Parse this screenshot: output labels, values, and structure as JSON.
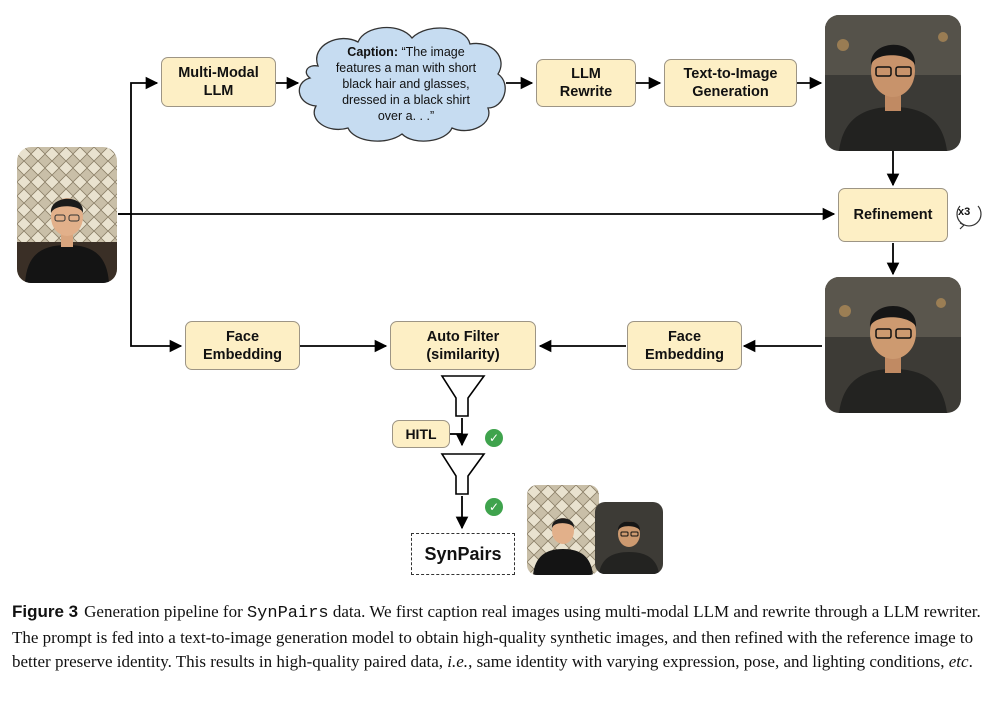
{
  "nodes": {
    "multimodal_llm": [
      "Multi-Modal",
      "LLM"
    ],
    "llm_rewrite": [
      "LLM",
      "Rewrite"
    ],
    "text_to_image": [
      "Text-to-Image",
      "Generation"
    ],
    "refinement": "Refinement",
    "repeat_badge": "x3",
    "face_embedding_left": [
      "Face",
      "Embedding"
    ],
    "auto_filter": [
      "Auto Filter",
      "(similarity)"
    ],
    "face_embedding_right": [
      "Face",
      "Embedding"
    ],
    "hitl": "HITL",
    "synpairs": "SynPairs"
  },
  "caption_cloud": {
    "label": "Caption:",
    "line1_rest": " “The image",
    "line2": "features a man with short",
    "line3": "black hair and glasses,",
    "line4": "dressed in a black shirt",
    "line5": "over a. . .”"
  },
  "figure_caption": {
    "label": "Figure 3",
    "part1": "Generation pipeline for ",
    "dataset": "SynPairs",
    "part2": " data. We first caption real images using multi-modal LLM and rewrite through a LLM rewriter. The prompt is fed into a text-to-image generation model to obtain high-quality synthetic images, and then refined with the reference image to better preserve identity. This results in high-quality paired data, ",
    "ie": "i.e.",
    "part3": ", same identity with varying expression, pose, and lighting conditions, ",
    "etc": "etc",
    "part4": "."
  },
  "colors": {
    "box_fill": "#fdefc5",
    "cloud_fill": "#c6dcf1",
    "check_green": "#3fa34d"
  },
  "icons": [
    "filter-funnel-icon",
    "check-circle-icon",
    "repeat-arrow-icon"
  ]
}
